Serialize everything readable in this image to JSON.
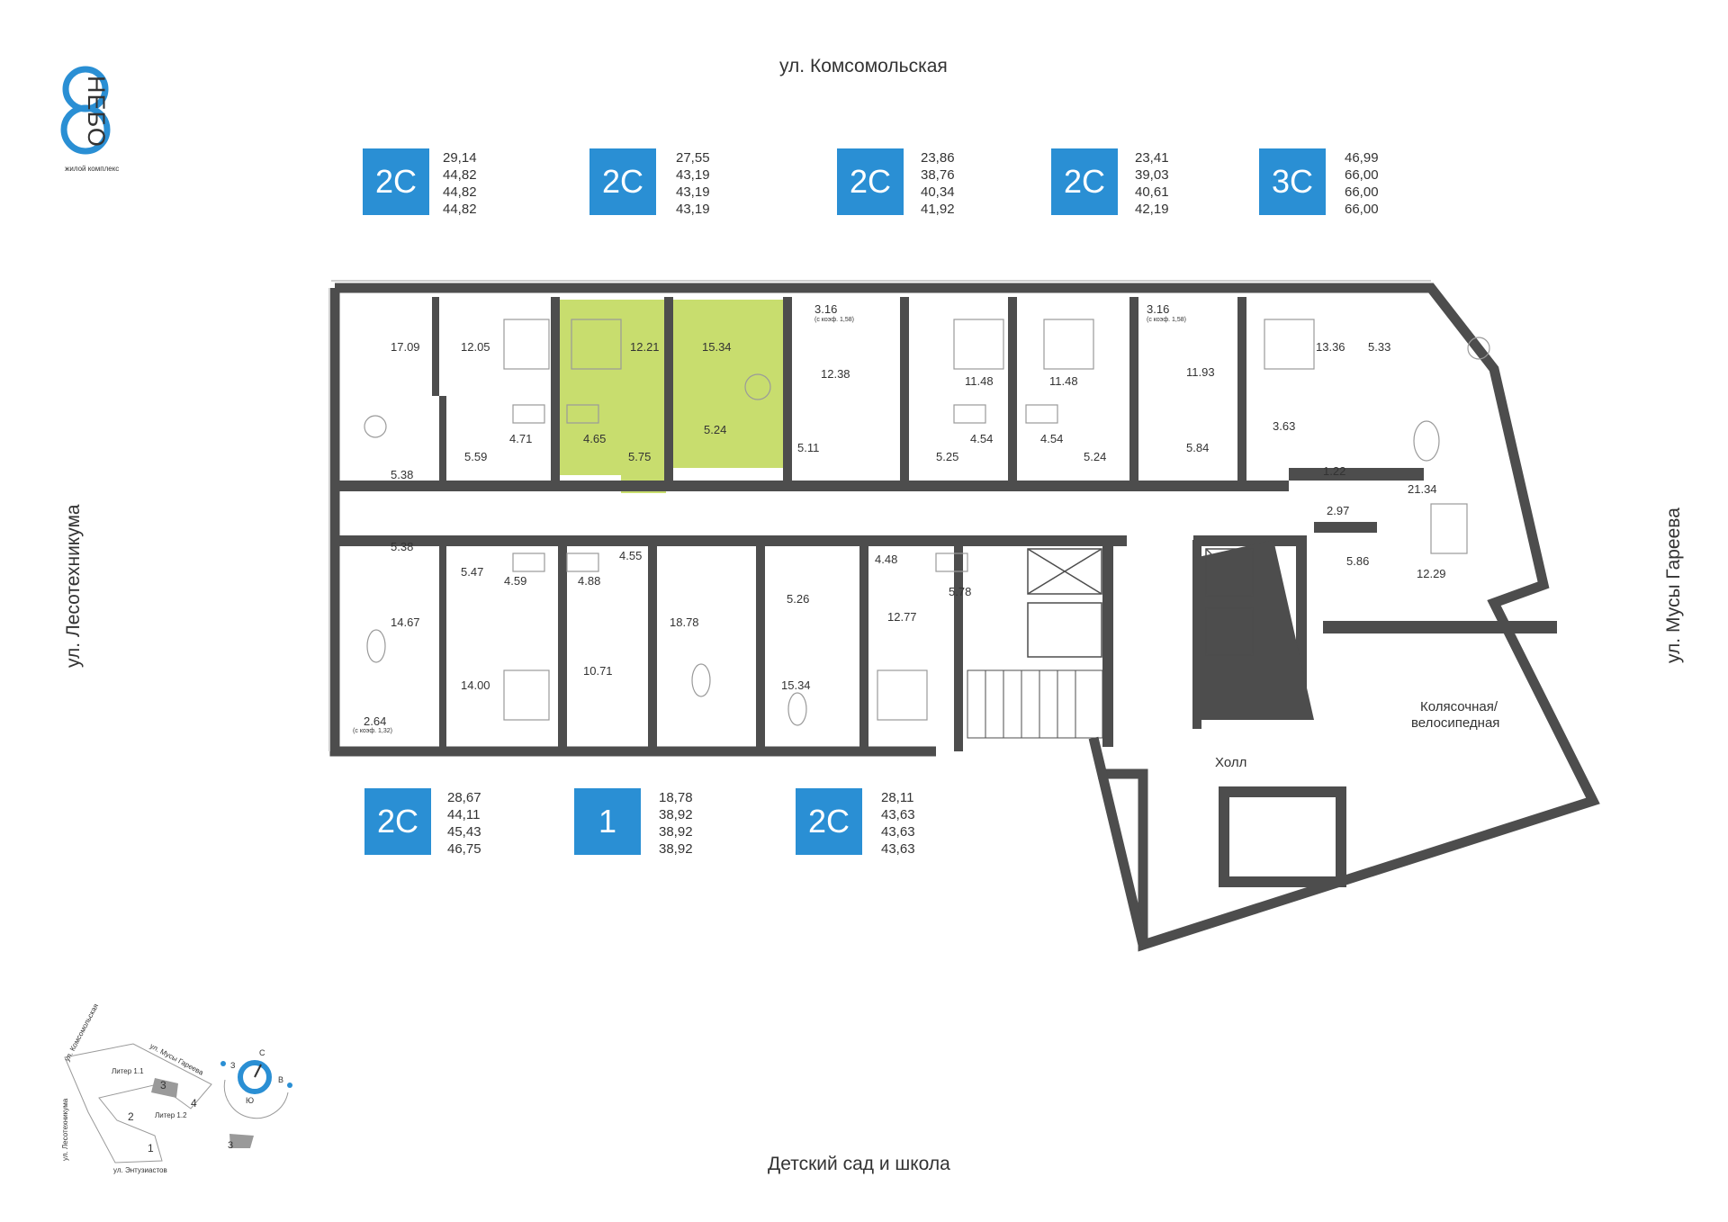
{
  "logo": {
    "name": "НЕБО",
    "subtitle": "жилой комплекс"
  },
  "streets": {
    "top": "ул. Комсомольская",
    "bottom": "Детский сад и школа",
    "left": "ул. Лесотехникума",
    "right": "ул. Мусы Гареева"
  },
  "colors": {
    "badge": "#2a8fd4",
    "selected": "#c8dd6e",
    "walls": "#4d4d4d"
  },
  "apartments_top": [
    {
      "type": "2С",
      "areas": [
        "29,14",
        "44,82",
        "44,82",
        "44,82"
      ]
    },
    {
      "type": "2С",
      "areas": [
        "27,55",
        "43,19",
        "43,19",
        "43,19"
      ]
    },
    {
      "type": "2С",
      "areas": [
        "23,86",
        "38,76",
        "40,34",
        "41,92"
      ]
    },
    {
      "type": "2С",
      "areas": [
        "23,41",
        "39,03",
        "40,61",
        "42,19"
      ]
    },
    {
      "type": "3С",
      "areas": [
        "46,99",
        "66,00",
        "66,00",
        "66,00"
      ]
    }
  ],
  "apartments_bottom": [
    {
      "type": "2С",
      "areas": [
        "28,67",
        "44,11",
        "45,43",
        "46,75"
      ]
    },
    {
      "type": "1",
      "areas": [
        "18,78",
        "38,92",
        "38,92",
        "38,92"
      ]
    },
    {
      "type": "2С",
      "areas": [
        "28,11",
        "43,63",
        "43,63",
        "43,63"
      ]
    }
  ],
  "rooms": {
    "r1709": "17.09",
    "r1205": "12.05",
    "r1221": "12.21",
    "r1534a": "15.34",
    "r316a": "3.16",
    "r316a_note": "(с коэф. 1,58)",
    "r1238": "12.38",
    "r1148a": "11.48",
    "r1148b": "11.48",
    "r316b": "3.16",
    "r316b_note": "(с коэф. 1,58)",
    "r1193": "11.93",
    "r1336": "13.36",
    "r533": "5.33",
    "r538a": "5.38",
    "r559": "5.59",
    "r471": "4.71",
    "r465": "4.65",
    "r575": "5.75",
    "r524a": "5.24",
    "r511": "5.11",
    "r525": "5.25",
    "r454a": "4.54",
    "r454b": "4.54",
    "r524b": "5.24",
    "r584": "5.84",
    "r363": "3.63",
    "r122": "1.22",
    "r2134": "21.34",
    "r297": "2.97",
    "r586": "5.86",
    "r1229": "12.29",
    "r538b": "5.38",
    "r547": "5.47",
    "r459": "4.59",
    "r488": "4.88",
    "r455": "4.55",
    "r448": "4.48",
    "r578": "5.78",
    "r526": "5.26",
    "r1467": "14.67",
    "r1878": "18.78",
    "r1071": "10.71",
    "r1534b": "15.34",
    "r1277": "12.77",
    "r1400": "14.00",
    "r264": "2.64",
    "r264_note": "(с коэф. 1,32)",
    "hall": "Холл",
    "stroller": "Колясочная/",
    "stroller2": "велосипедная"
  },
  "minimap": {
    "street_top": "ул. Комсомольская",
    "street_right": "ул. Мусы Гареева",
    "street_left": "ул. Лесотехникума",
    "street_bottom": "ул. Энтузиастов",
    "liter11": "Литер 1.1",
    "liter12": "Литер 1.2",
    "n1": "1",
    "n2": "2",
    "n3": "3",
    "n4": "4",
    "legend": "3",
    "compass_n": "С",
    "compass_s": "Ю",
    "compass_w": "З",
    "compass_e": "В"
  }
}
